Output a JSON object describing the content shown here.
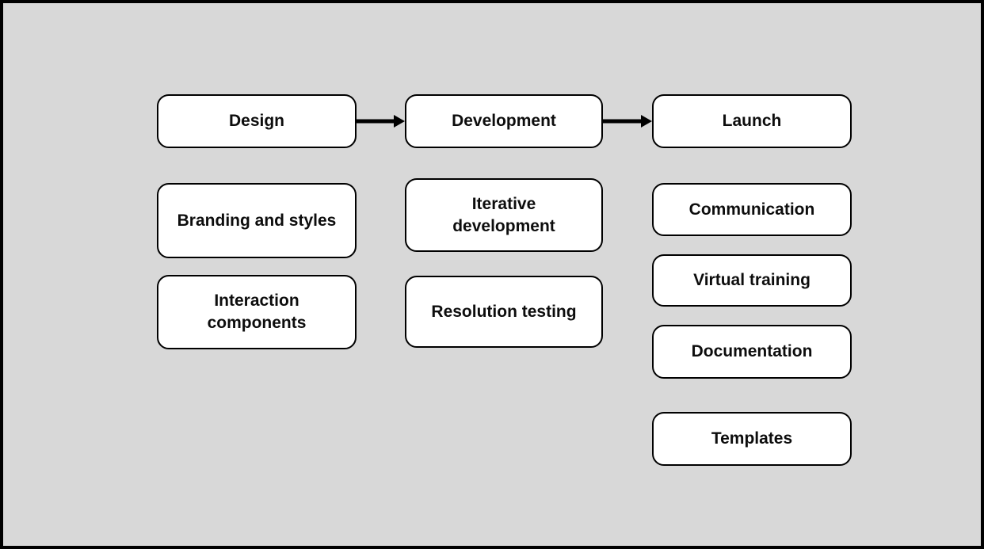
{
  "diagram": {
    "colors": {
      "background": "#d8d8d8",
      "node_fill": "#ffffff",
      "node_border": "#000000",
      "text": "#0d0d0d",
      "arrow": "#000000"
    },
    "columns": [
      {
        "header": "Design",
        "items": [
          "Branding and styles",
          "Interaction components"
        ]
      },
      {
        "header": "Development",
        "items": [
          "Iterative development",
          "Resolution testing"
        ]
      },
      {
        "header": "Launch",
        "items": [
          "Communication",
          "Virtual training",
          "Documentation",
          "Templates"
        ]
      }
    ],
    "arrows": [
      {
        "from": "Design",
        "to": "Development"
      },
      {
        "from": "Development",
        "to": "Launch"
      }
    ]
  }
}
